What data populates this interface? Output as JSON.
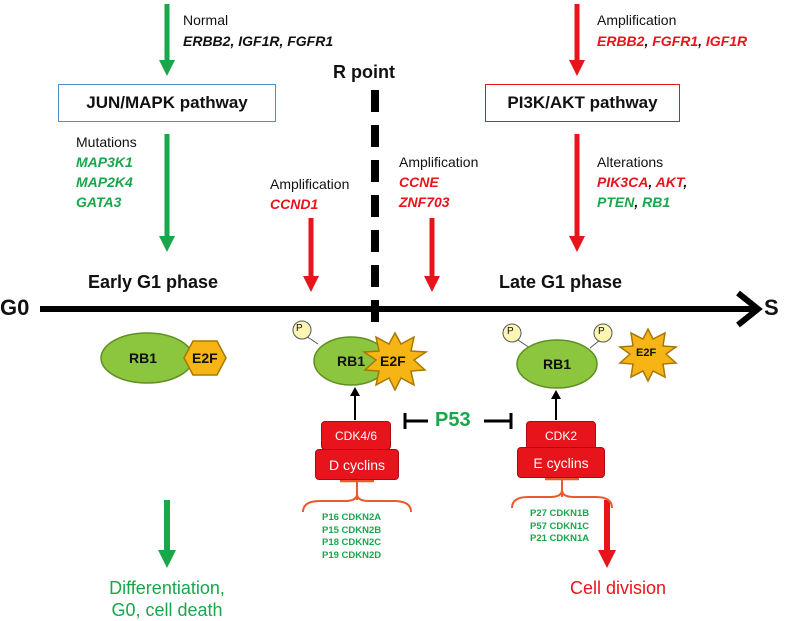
{
  "top_left": {
    "label": "Normal",
    "genes": "ERBB2, IGF1R, FGFR1"
  },
  "top_right": {
    "label": "Amplification",
    "genes": [
      "ERBB2",
      ", ",
      "FGFR1",
      ", ",
      "IGF1R"
    ]
  },
  "r_point": "R point",
  "jun_box": "JUN/MAPK pathway",
  "pi3k_box": "PI3K/AKT pathway",
  "mutations": {
    "label": "Mutations",
    "genes": [
      "MAP3K1",
      "MAP2K4",
      "GATA3"
    ]
  },
  "amp_ccnd1": {
    "label": "Amplification",
    "gene": "CCND1"
  },
  "amp_ccne": {
    "label": "Amplification",
    "genes": [
      "CCNE",
      "ZNF703"
    ]
  },
  "alterations": {
    "label": "Alterations",
    "line1": [
      "PIK3CA",
      ", ",
      "AKT",
      ","
    ],
    "line2": [
      "PTEN",
      ", ",
      "RB1"
    ]
  },
  "early_phase": "Early G1 phase",
  "late_phase": "Late G1 phase",
  "g0": "G0",
  "s": "S",
  "rb1": "RB1",
  "e2f": "E2F",
  "p": "P",
  "p53": "P53",
  "cdk46": "CDK4/6",
  "d_cyclins": "D cyclins",
  "cdk2": "CDK2",
  "e_cyclins": "E cyclins",
  "inhibitors_left": [
    "P16 CDKN2A",
    "P15 CDKN2B",
    "P18 CDKN2C",
    "P19 CDKN2D"
  ],
  "inhibitors_right": [
    "P27 CDKN1B",
    "P57 CDKN1C",
    "P21 CDKN1A"
  ],
  "outcome_left": [
    "Differentiation,",
    "G0, cell death"
  ],
  "outcome_right": "Cell division",
  "colors": {
    "green": "#1aa64a",
    "red": "#e8141c",
    "box_blue": "#4a8fd0",
    "rb1_fill": "#8cc63f",
    "e2f_fill": "#f7b515",
    "p_fill": "#fdf6b2"
  }
}
